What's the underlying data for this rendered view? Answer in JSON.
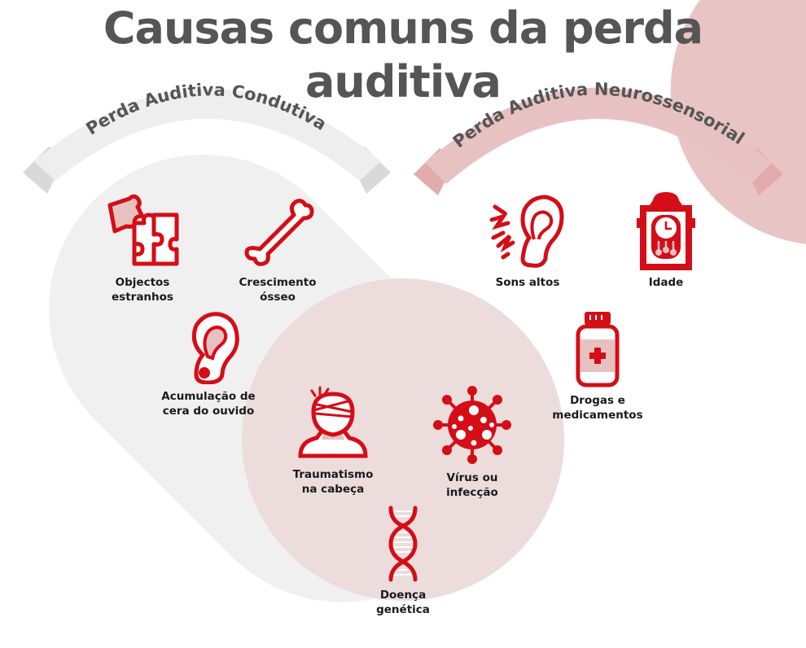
{
  "title": "Causas comuns da perda auditiva",
  "colors": {
    "title": "#555555",
    "accent_red": "#d40d17",
    "conductive_fill": "#f0f0f0",
    "conductive_ribbon": "#eeeeee",
    "conductive_ribbon_tail": "#d9d9d9",
    "sensorineural_fill": "#e8c4c4",
    "sensorineural_ribbon": "#e8c2c2",
    "sensorineural_ribbon_tail": "#e2acac",
    "overlap_fill": "#ecdcdc",
    "label_text": "#1a1a1a"
  },
  "categories": {
    "conductive": {
      "label": "Perda Auditiva Condutiva",
      "items": [
        {
          "label": "Objectos\nestranhos",
          "icon": "puzzle-icon"
        },
        {
          "label": "Crescimento\nósseo",
          "icon": "bone-icon"
        },
        {
          "label": "Acumulação de\ncera do ouvido",
          "icon": "ear-wax-icon"
        }
      ]
    },
    "sensorineural": {
      "label": "Perda Auditiva Neurossensorial",
      "items": [
        {
          "label": "Sons altos",
          "icon": "loud-ear-icon"
        },
        {
          "label": "Idade",
          "icon": "grandfather-clock-icon"
        },
        {
          "label": "Drogas e\nmedicamentos",
          "icon": "medicine-bottle-icon"
        }
      ]
    },
    "both": {
      "items": [
        {
          "label": "Traumatismo\nna cabeça",
          "icon": "bandaged-head-icon"
        },
        {
          "label": "Vírus ou\ninfecção",
          "icon": "virus-icon"
        },
        {
          "label": "Doença\ngenética",
          "icon": "dna-icon"
        }
      ]
    }
  }
}
